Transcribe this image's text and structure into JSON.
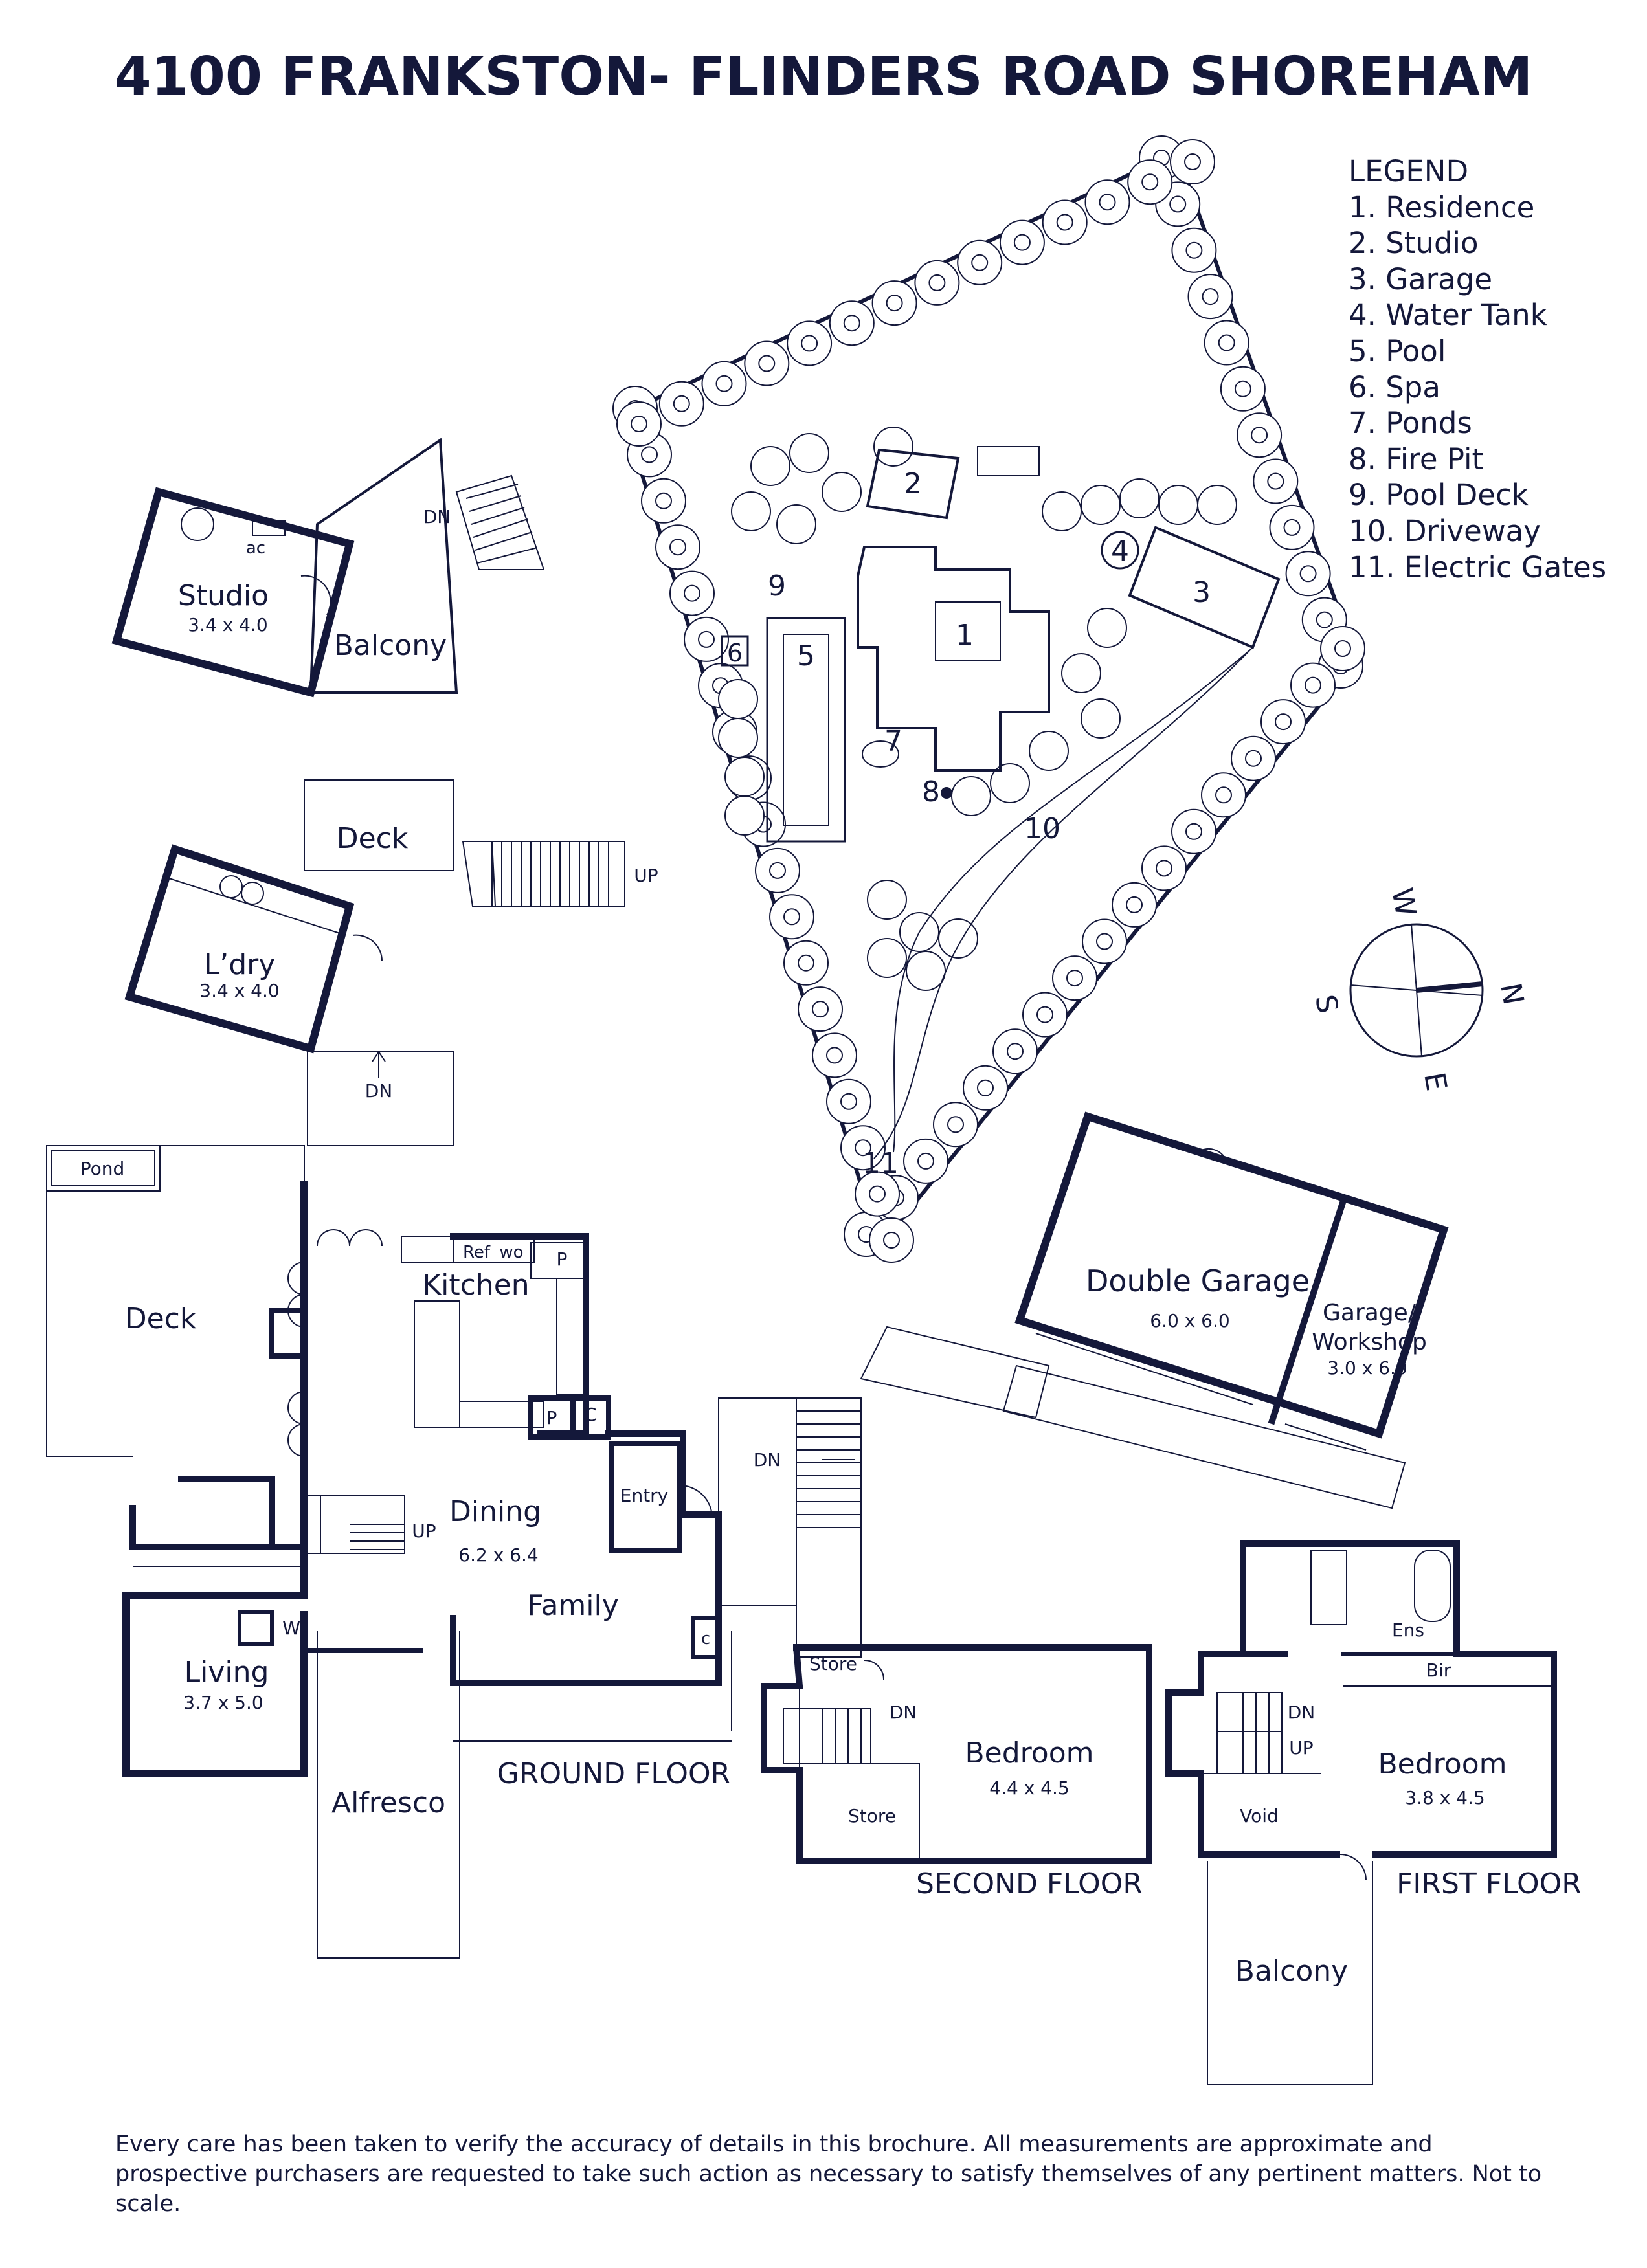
{
  "title": "4100 FRANKSTON- FLINDERS ROAD SHOREHAM",
  "legend": {
    "heading": "LEGEND",
    "items": [
      "1. Residence",
      "2. Studio",
      "3. Garage",
      "4. Water Tank",
      "5. Pool",
      "6. Spa",
      "7. Ponds",
      "8. Fire Pit",
      "9. Pool Deck",
      "10. Driveway",
      "11. Electric Gates"
    ]
  },
  "site_markers": [
    "1",
    "2",
    "3",
    "4",
    "5",
    "6",
    "7",
    "8",
    "9",
    "10",
    "11"
  ],
  "compass": {
    "n": "N",
    "s": "S",
    "e": "E",
    "w": "W"
  },
  "floors": {
    "ground": "GROUND FLOOR",
    "first": "FIRST FLOOR",
    "second": "SECOND FLOOR"
  },
  "rooms": {
    "studio": "Studio",
    "studio_size": "3.4 x 4.0",
    "ac": "ac",
    "balcony_studio": "Balcony",
    "dn_studio": "DN",
    "deck_upper": "Deck",
    "up_deck": "UP",
    "laundry": "L’dry",
    "laundry_size": "3.4 x 4.0",
    "dn_laundry": "DN",
    "pond": "Pond",
    "deck": "Deck",
    "kitchen": "Kitchen",
    "ref": "Ref",
    "wo": "wo",
    "pantry1": "P",
    "pantry2": "P",
    "cupboard1": "C",
    "dining": "Dining",
    "dining_size": "6.2 x 6.4",
    "family": "Family",
    "entry": "Entry",
    "up_stairs": "UP",
    "dn_entry": "DN",
    "cupboard2": "c",
    "living": "Living",
    "living_size": "3.7 x 5.0",
    "wf": "Wf",
    "alfresco": "Alfresco",
    "double_garage": "Double Garage",
    "double_garage_size": "6.0 x 6.0",
    "garage_workshop_1": "Garage/",
    "garage_workshop_2": "Workshop",
    "garage_workshop_size": "3.0 x 6.0",
    "store_top": "Store",
    "store_bottom": "Store",
    "dn_second": "DN",
    "bedroom2": "Bedroom",
    "bedroom2_size": "4.4 x 4.5",
    "ens": "Ens",
    "bir": "Bir",
    "dn_first": "DN",
    "up_first": "UP",
    "bedroom1": "Bedroom",
    "bedroom1_size": "3.8 x 4.5",
    "void": "Void",
    "balcony_first": "Balcony"
  },
  "disclaimer": "Every care has been taken to verify the accuracy of details in this brochure. All measurements are approximate and prospective purchasers are requested to take such action as necessary to satisfy themselves of any pertinent matters. Not to scale.",
  "colors": {
    "ink": "#14183a",
    "paper": "#ffffff"
  }
}
